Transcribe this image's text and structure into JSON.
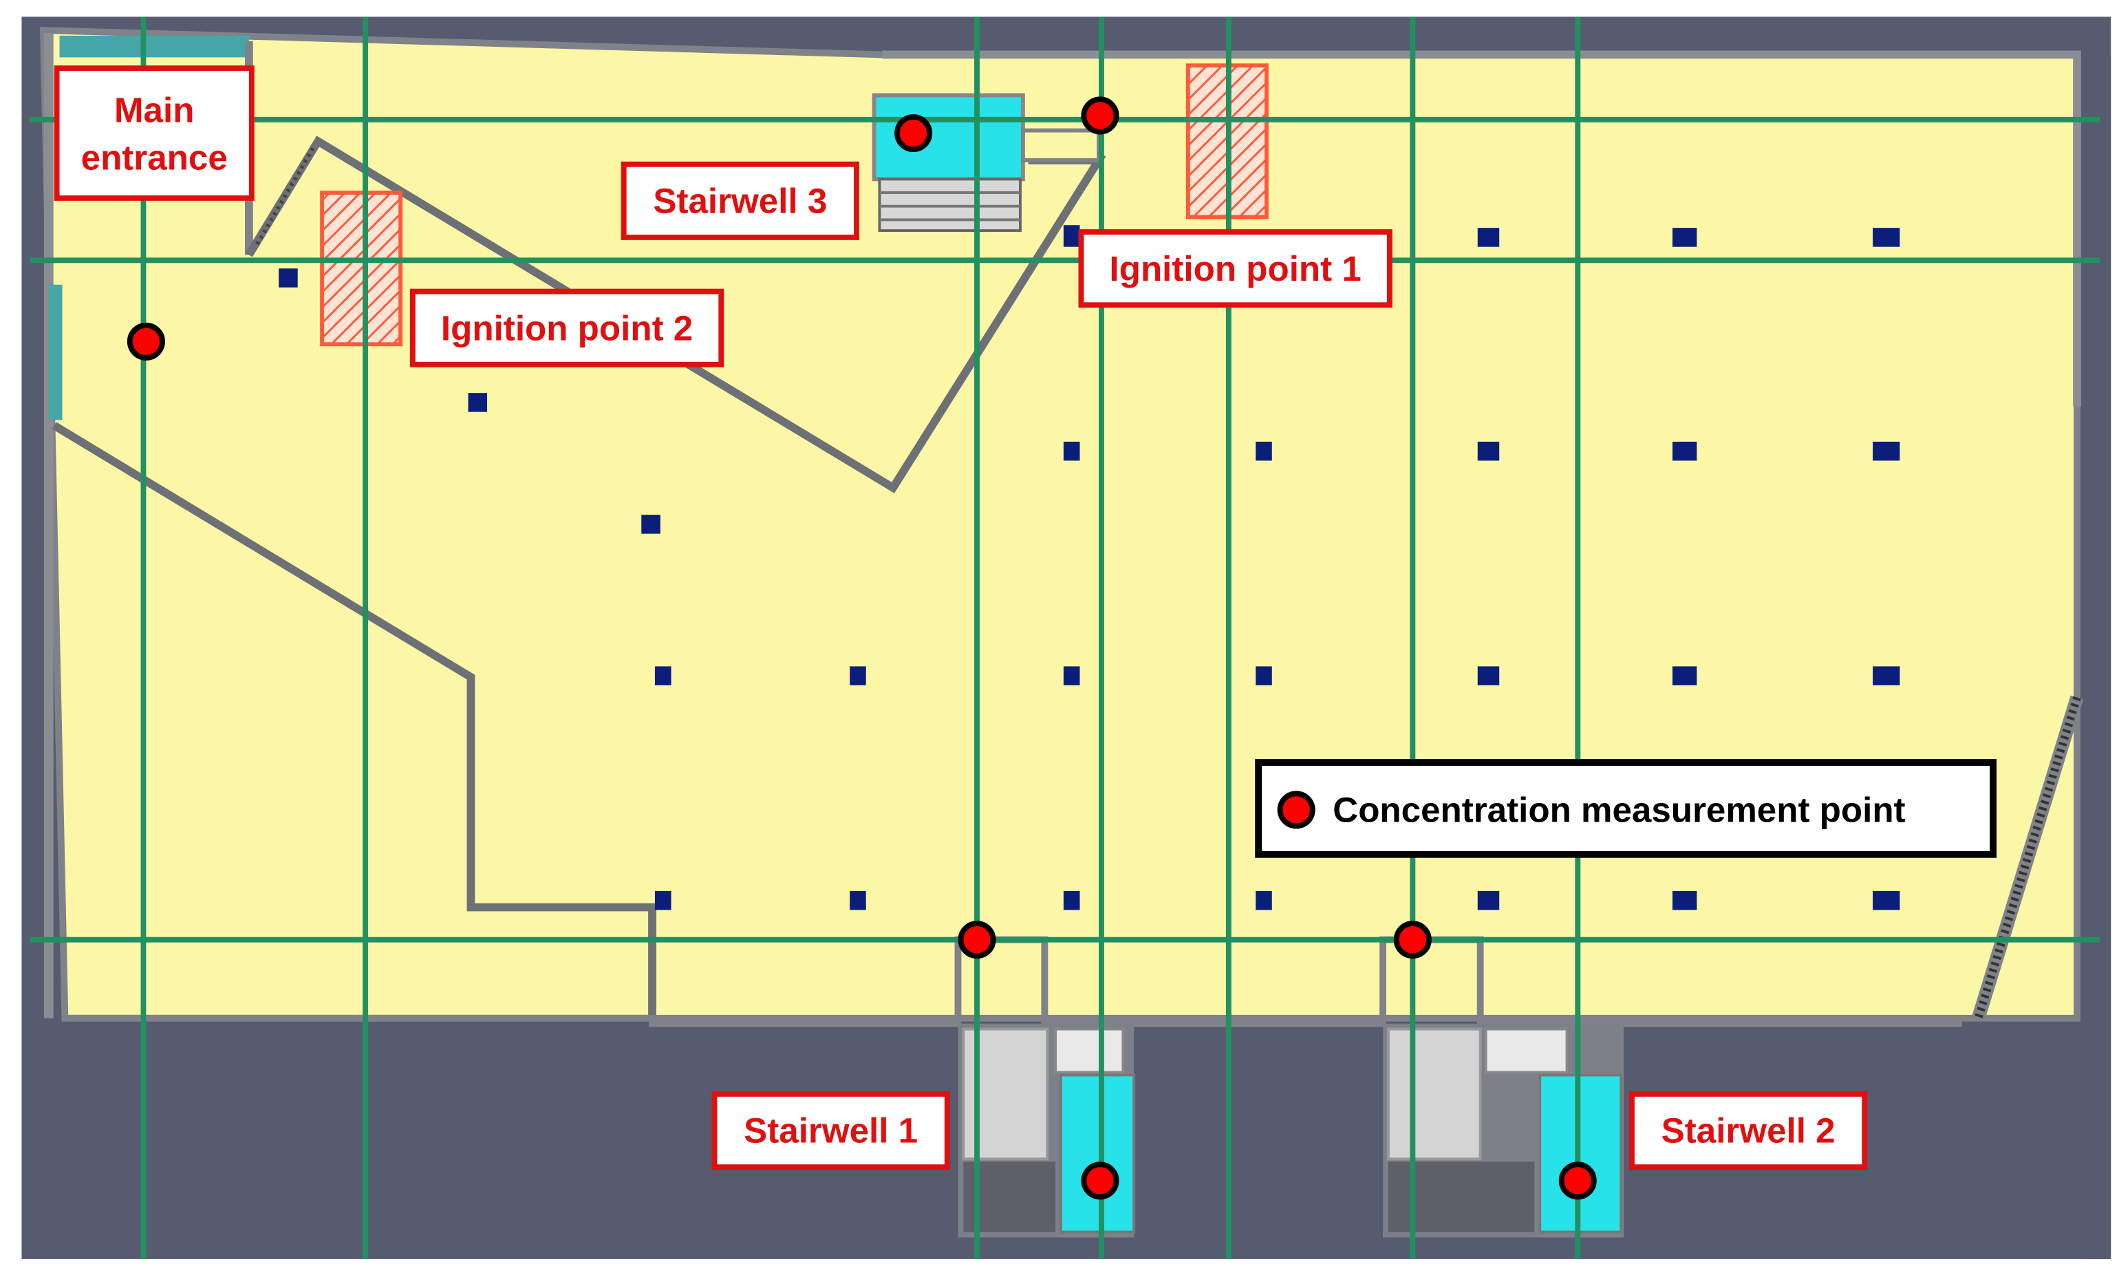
{
  "labels": {
    "main_entrance_line1": "Main",
    "main_entrance_line2": "entrance",
    "stairwell_1": "Stairwell 1",
    "stairwell_2": "Stairwell 2",
    "stairwell_3": "Stairwell 3",
    "ignition_point_1": "Ignition point 1",
    "ignition_point_2": "Ignition point 2"
  },
  "legend": {
    "measurement_point": "Concentration measurement point"
  },
  "colors": {
    "background": "#565b70",
    "floor": "#fbf7a7",
    "wall": "#7f8288",
    "grid_line": "#229060",
    "stair_cyan": "#27e2e9",
    "stair_gray": "#c9c9c9",
    "column": "#0b1f7a",
    "label_border": "#e01010",
    "label_text": "#e01010",
    "marker_fill": "#ff0000",
    "marker_stroke": "#000000",
    "ignition_hatch": "#ff5a3c",
    "legend_border": "#000000"
  }
}
